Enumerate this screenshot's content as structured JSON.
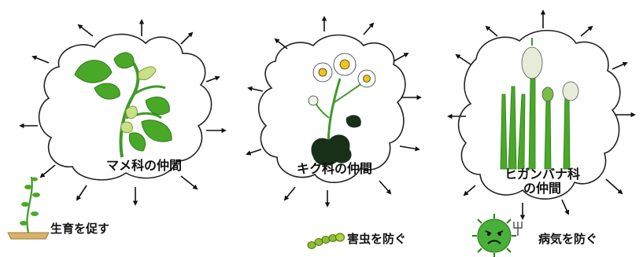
{
  "groups": [
    {
      "id": "legume",
      "name": "マメ科の仲間"
    },
    {
      "id": "chrysanthemum",
      "name": "キク科の仲間"
    },
    {
      "id": "amaryllis",
      "name_line1": "ヒガンバナ科",
      "name_line2": "の仲間"
    }
  ],
  "effects": {
    "growth": "生育を促す",
    "pest": "害虫を防ぐ",
    "disease": "病気を防ぐ"
  },
  "colors": {
    "leaf": "#4aa828",
    "leaf_dark": "#2e7a18",
    "stem": "#3f9a2a",
    "flower_center": "#f0c419",
    "outline": "#222222",
    "soil": "#d8b26a",
    "germ": "#48b03a",
    "caterpillar": "#8fbf2e"
  }
}
